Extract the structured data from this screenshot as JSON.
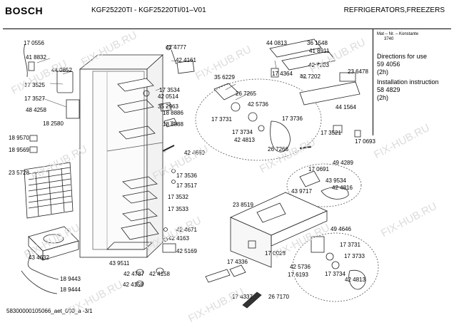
{
  "header": {
    "brand": "BOSCH",
    "model": "KGF25220TI - KGF25220TI/01–V01",
    "category": "REFRIGERATORS,FREEZERS"
  },
  "sidebar": {
    "mat_label": "Mat – Nr. – Konstante",
    "mat_number": "3740",
    "directions_title": "Directions for use",
    "directions_number": "59 4056",
    "directions_h": "(2h)",
    "install_title": "Installation instruction",
    "install_number": "58 4829",
    "install_h": "(2h)"
  },
  "parts": [
    "17 0556",
    "41 8832",
    "44 0852",
    "17 3525",
    "17 3527",
    "48 4258",
    "18 2580",
    "18 9570",
    "18 9569",
    "23 5728",
    "43 4632",
    "18 9443",
    "18 9444",
    "42 4777",
    "42 4161",
    "17 3534",
    "42 0514",
    "35 2963",
    "18 8886",
    "18 8888",
    "42 4669",
    "17 3536",
    "17 3517",
    "17 3532",
    "17 3533",
    "42 4671",
    "42 4163",
    "42 5169",
    "43 9511",
    "42 4787",
    "42 4158",
    "42 4158",
    "44 0813",
    "36 1548",
    "41 8911",
    "17 4364",
    "42 7203",
    "23 6478",
    "42 7202",
    "35 6229",
    "26 7265",
    "42 5736",
    "17 3731",
    "17 3736",
    "17 3734",
    "42 4813",
    "26 7266",
    "44 1564",
    "17 3521",
    "17 0693",
    "49 4289",
    "17 0691",
    "43 9534",
    "43 9717",
    "42 4816",
    "23 8519",
    "17 0028",
    "17 4336",
    "17 4337",
    "17 6193",
    "26 7170",
    "49 4646",
    "17 3731",
    "17 3733",
    "42 5736",
    "17 3734",
    "42 4813"
  ],
  "footer": "58300000105066_aet_000_a      -3/1",
  "watermark": "FIX-HUB.RU"
}
